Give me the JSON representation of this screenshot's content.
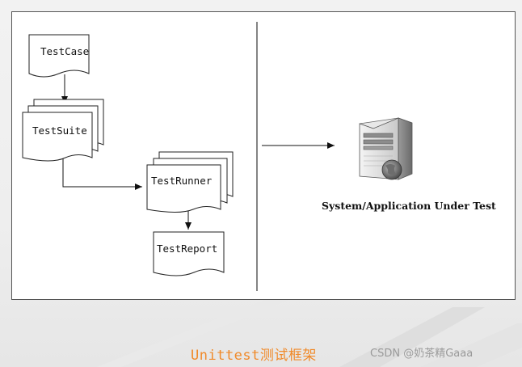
{
  "diagram": {
    "nodes": {
      "testcase": "TestCase",
      "testsuite": "TestSuite",
      "testrunner": "TestRunner",
      "testreport": "TestReport"
    },
    "system_label": "System/Application Under Test",
    "server_icon": "server-icon"
  },
  "caption": "Unittest测试框架",
  "watermark": "CSDN @奶茶精Gaaa",
  "colors": {
    "caption": "#f08a2a",
    "border": "#333333",
    "panel_bg": "#ffffff"
  }
}
